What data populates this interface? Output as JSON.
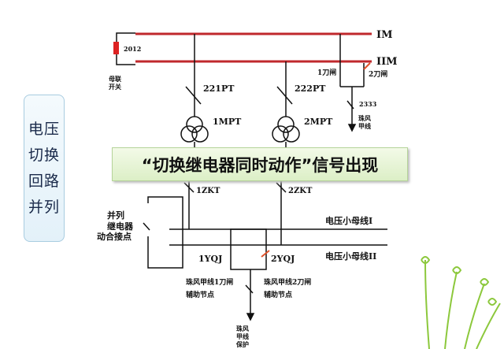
{
  "side_panel": {
    "lines": [
      "电压",
      "切换",
      "回路",
      "并列"
    ]
  },
  "banner": {
    "text": "“切换继电器同时动作”信号出现"
  },
  "diagram": {
    "bus1": "IM",
    "bus2": "IIM",
    "coupler_id": "2012",
    "coupler_label": [
      "母联",
      "开关"
    ],
    "pt1": "221PT",
    "pt2": "222PT",
    "mpt1": "1MPT",
    "mpt2": "2MPT",
    "disc1": "1刀闸",
    "disc2": "2刀闸",
    "breaker": "2333",
    "feeder": [
      "珠风",
      "甲线"
    ],
    "zkt1": "1ZKT",
    "zkt2": "2ZKT",
    "small_bus1": "电压小母线I",
    "small_bus2": "电压小母线II",
    "relay_contact": [
      "并列",
      "继电器",
      "动合接点"
    ],
    "yqj1": "1YQJ",
    "yqj2": "2YQJ",
    "aux1": [
      "珠风甲线1刀闸",
      "辅助节点"
    ],
    "aux2": [
      "珠风甲线2刀闸",
      "辅助节点"
    ],
    "protection": [
      "珠风",
      "甲线",
      "保护"
    ]
  },
  "colors": {
    "bus": "#c0282c",
    "accent": "#e0522a"
  }
}
